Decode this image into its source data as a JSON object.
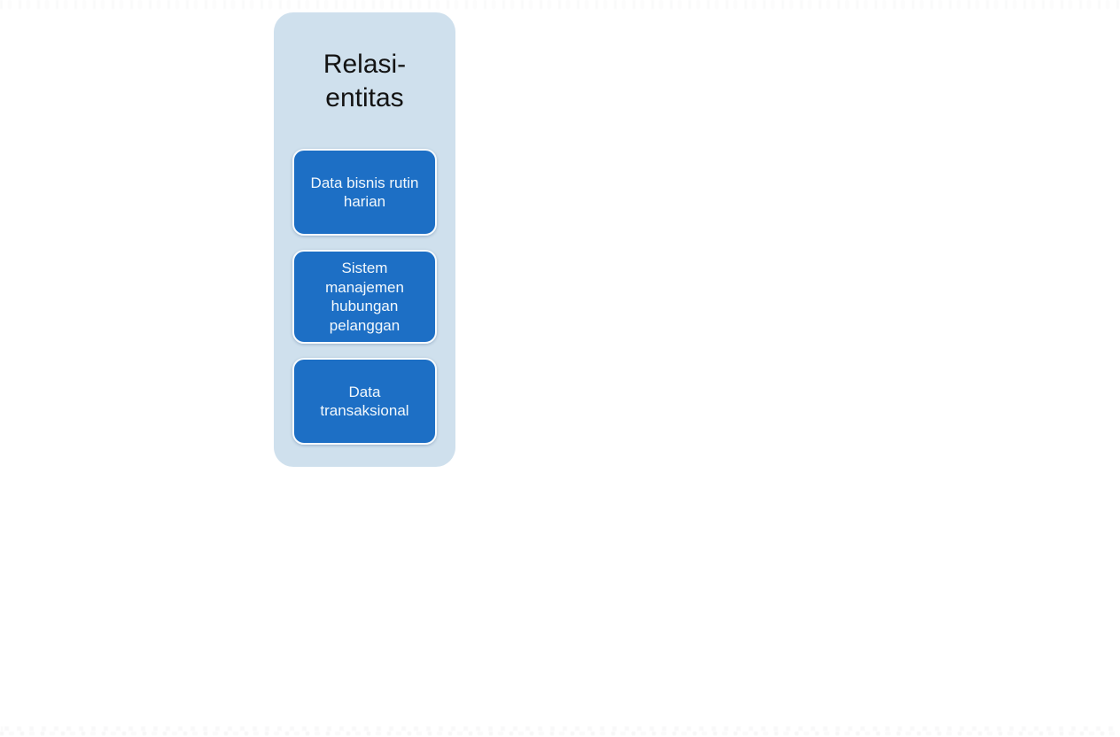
{
  "diagram": {
    "panel": {
      "title": "Relasi-entitas",
      "items": [
        {
          "label": "Data bisnis rutin harian"
        },
        {
          "label": "Sistem manajemen hubungan pelanggan"
        },
        {
          "label": "Data transaksional"
        }
      ],
      "colors": {
        "panel_background": "#cfe0ed",
        "item_background": "#1d6fc5",
        "item_border": "#f6fafd",
        "item_text": "#f2f8fc",
        "title_text": "#131313",
        "page_background": "#ffffff"
      }
    }
  }
}
